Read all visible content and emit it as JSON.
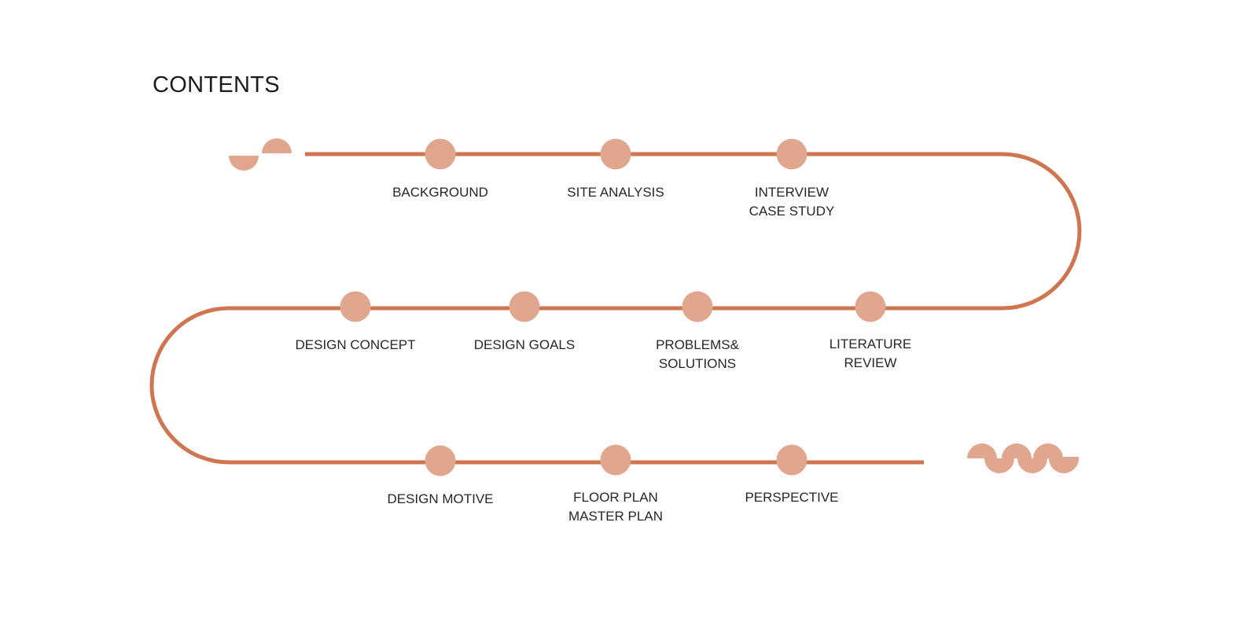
{
  "title": "CONTENTS",
  "colors": {
    "path": "#cf7550",
    "node": "#e0a78e",
    "text": "#2b2525",
    "title": "#1e1a1a"
  },
  "nodes": [
    {
      "id": "background",
      "lines": [
        "BACKGROUND"
      ]
    },
    {
      "id": "site-analysis",
      "lines": [
        "SITE ANALYSIS"
      ]
    },
    {
      "id": "interview-case-study",
      "lines": [
        "INTERVIEW",
        "CASE STUDY"
      ]
    },
    {
      "id": "literature-review",
      "lines": [
        "LITERATURE",
        "REVIEW"
      ]
    },
    {
      "id": "problems-solutions",
      "lines": [
        "PROBLEMS&",
        "SOLUTIONS"
      ]
    },
    {
      "id": "design-goals",
      "lines": [
        "DESIGN GOALS"
      ]
    },
    {
      "id": "design-concept",
      "lines": [
        "DESIGN CONCEPT"
      ]
    },
    {
      "id": "design-motive",
      "lines": [
        "DESIGN MOTIVE"
      ]
    },
    {
      "id": "floor-plan-master-plan",
      "lines": [
        "FLOOR PLAN",
        "MASTER PLAN"
      ]
    },
    {
      "id": "perspective",
      "lines": [
        "PERSPECTIVE"
      ]
    }
  ]
}
